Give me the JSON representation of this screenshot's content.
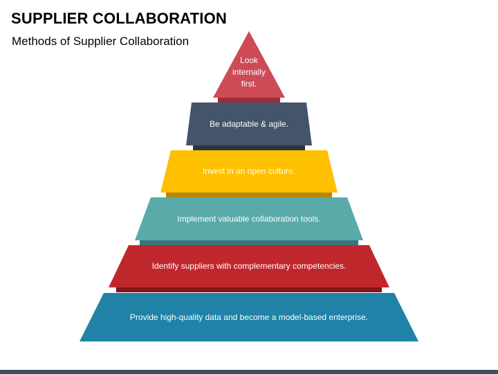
{
  "header": {
    "title": "SUPPLIER COLLABORATION",
    "subtitle": "Methods of Supplier Collaboration"
  },
  "pyramid": {
    "levels": [
      {
        "label": "Look internally first.",
        "color": "#cd4a57",
        "shadow": "#9c2d37"
      },
      {
        "label": "Be adaptable & agile.",
        "color": "#44546a",
        "shadow": "#2a3545"
      },
      {
        "label": "Invest in an open culture.",
        "color": "#ffc000",
        "shadow": "#b88a00"
      },
      {
        "label": "Implement valuable collaboration tools.",
        "color": "#5aaaa9",
        "shadow": "#3a7776"
      },
      {
        "label": "Identify suppliers with complementary competencies.",
        "color": "#c0272d",
        "shadow": "#85151a"
      },
      {
        "label": "Provide high-quality data and become a model-based enterprise.",
        "color": "#1f82a6",
        "shadow": "#145a74"
      }
    ]
  },
  "footer": {
    "color": "#3f4f5e"
  }
}
